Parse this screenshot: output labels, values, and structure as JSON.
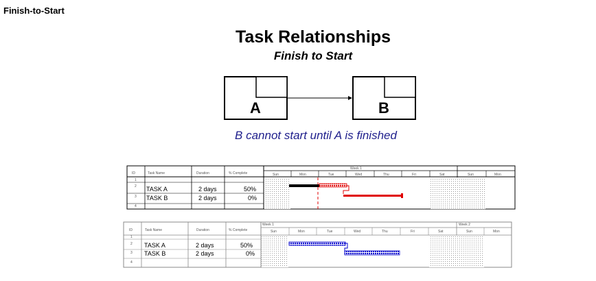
{
  "page_heading": "Finish-to-Start",
  "title": "Task Relationships",
  "subtitle": "Finish to Start",
  "diagram": {
    "box_a_label": "A",
    "box_b_label": "B",
    "caption": "B cannot start until A is finished"
  },
  "gantt_tables": [
    {
      "headers": [
        "ID",
        "Task Name",
        "Duration",
        "% Complete"
      ],
      "week_labels": [
        "Week 1"
      ],
      "days": [
        "Sun",
        "Mon",
        "Tue",
        "Wed",
        "Thu",
        "Fri",
        "Sat",
        "Sun",
        "Mon"
      ],
      "rows": [
        {
          "id": "1",
          "name": "",
          "duration": "",
          "complete": ""
        },
        {
          "id": "2",
          "name": "TASK A",
          "duration": "2 days",
          "complete": "50%"
        },
        {
          "id": "3",
          "name": "TASK B",
          "duration": "2 days",
          "complete": "0%"
        },
        {
          "id": "4",
          "name": "",
          "duration": "",
          "complete": ""
        }
      ],
      "bar_color": "#e00000"
    },
    {
      "headers": [
        "ID",
        "Task Name",
        "Duration",
        "% Complete"
      ],
      "week_labels": [
        "Week 1",
        "Week 2"
      ],
      "days": [
        "Sun",
        "Mon",
        "Tue",
        "Wed",
        "Thu",
        "Fri",
        "Sat",
        "Sun",
        "Mon"
      ],
      "rows": [
        {
          "id": "1",
          "name": "",
          "duration": "",
          "complete": ""
        },
        {
          "id": "2",
          "name": "TASK A",
          "duration": "2 days",
          "complete": "50%"
        },
        {
          "id": "3",
          "name": "TASK B",
          "duration": "2 days",
          "complete": "0%"
        },
        {
          "id": "4",
          "name": "",
          "duration": "",
          "complete": ""
        }
      ],
      "bar_color": "#0000cc"
    }
  ],
  "colors": {
    "caption": "#1f1f8c",
    "red_bar": "#e00000",
    "blue_bar": "#0000cc"
  }
}
